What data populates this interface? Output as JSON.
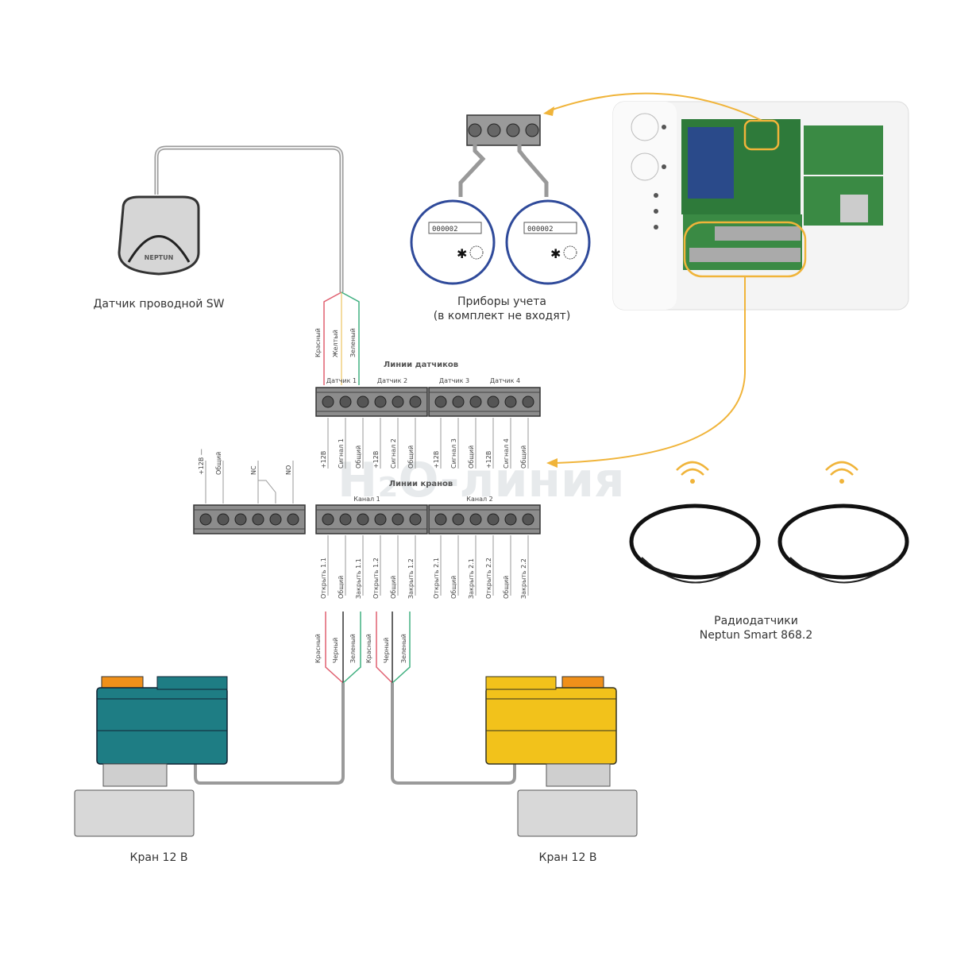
{
  "watermark": "H₂O-линия",
  "wired_sensor": {
    "label": "Датчик проводной SW",
    "logo": "NEPTUN",
    "wires": [
      "Красный",
      "Желтый",
      "Зеленый"
    ]
  },
  "meters": {
    "label_line1": "Приборы учета",
    "label_line2": "(в комплект не входят)",
    "reading": "000002"
  },
  "sensor_lines": {
    "title": "Линии датчиков",
    "groups": [
      "Датчик 1",
      "Датчик 2",
      "Датчик 3",
      "Датчик 4"
    ],
    "pins": [
      [
        "+12В",
        "Сигнал 1",
        "Общий"
      ],
      [
        "+12В",
        "Сигнал 2",
        "Общий"
      ],
      [
        "+12В",
        "Сигнал 3",
        "Общий"
      ],
      [
        "+12В",
        "Сигнал 4",
        "Общий"
      ]
    ]
  },
  "relay_block": {
    "pins": [
      "+12В —",
      "Общий",
      "NC",
      "NO"
    ]
  },
  "valve_lines": {
    "title": "Линии кранов",
    "channels": [
      "Канал 1",
      "Канал 2"
    ],
    "pins": [
      [
        "Открыть 1.1",
        "Общий",
        "Закрыть 1.1",
        "Открыть 1.2",
        "Общий",
        "Закрыть 1.2"
      ],
      [
        "Открыть 2.1",
        "Общий",
        "Закрыть 2.1",
        "Открыть 2.2",
        "Общий",
        "Закрыть 2.2"
      ]
    ],
    "wires": [
      "Красный",
      "Черный",
      "Зеленый",
      "Красный",
      "Черный",
      "Зеленый"
    ]
  },
  "radio_sensors": {
    "label_line1": "Радиодатчики",
    "label_line2": "Neptun Smart 868.2"
  },
  "valves": [
    {
      "label": "Кран 12 В",
      "color": "#1e7d84"
    },
    {
      "label": "Кран 12 В",
      "color": "#f2c21b"
    }
  ],
  "colors": {
    "accent": "#f0b43a",
    "wire_red": "#e06070",
    "wire_yellow": "#f0d080",
    "wire_green": "#40b080",
    "wire_black": "#333333",
    "cable": "#9a9a9a",
    "meter_ring": "#2f4a9a",
    "terminal": "#8c8c8c"
  }
}
